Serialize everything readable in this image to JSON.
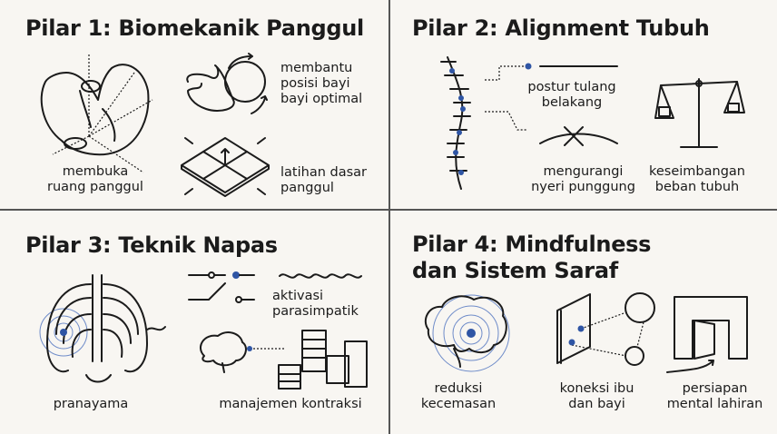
{
  "colors": {
    "background": "#f8f6f2",
    "accent": "#2f55a4",
    "ink": "#1b1b1b"
  },
  "pillar1": {
    "title": "Pilar 1: Biomekanik Panggul",
    "items": [
      {
        "icon": "pelvis-icon",
        "label": "membuka\nruang panggul"
      },
      {
        "icon": "fetus-rotation-icon",
        "label": "membantu\nposisi bayi\nbayi optimal"
      },
      {
        "icon": "pelvic-floor-icon",
        "label": "latihan dasar\npanggul"
      }
    ]
  },
  "pillar2": {
    "title": "Pilar 2: Alignment Tubuh",
    "items": [
      {
        "icon": "spine-icon",
        "label": "postur tulang\nbelakang"
      },
      {
        "icon": "cross-icon",
        "label": "mengurangi\nnyeri punggung"
      },
      {
        "icon": "balance-scale-icon",
        "label": "keseimbangan\nbeban tubuh"
      }
    ]
  },
  "pillar3": {
    "title": "Pilar 3: Teknik Napas",
    "items": [
      {
        "icon": "ribcage-icon",
        "label": "pranayama"
      },
      {
        "icon": "switch-wave-icon",
        "label": "aktivasi\nparasimpatik"
      },
      {
        "icon": "brain-blocks-icon",
        "label": "manajemen kontraksi"
      }
    ]
  },
  "pillar4": {
    "title": "Pilar 4: Mindfulness\ndan Sistem Saraf",
    "items": [
      {
        "icon": "brain-ripple-icon",
        "label": "reduksi\nkecemasan"
      },
      {
        "icon": "connection-icon",
        "label": "koneksi ibu\ndan bayi"
      },
      {
        "icon": "door-icon",
        "label": "persiapan\nmental lahiran"
      }
    ]
  }
}
